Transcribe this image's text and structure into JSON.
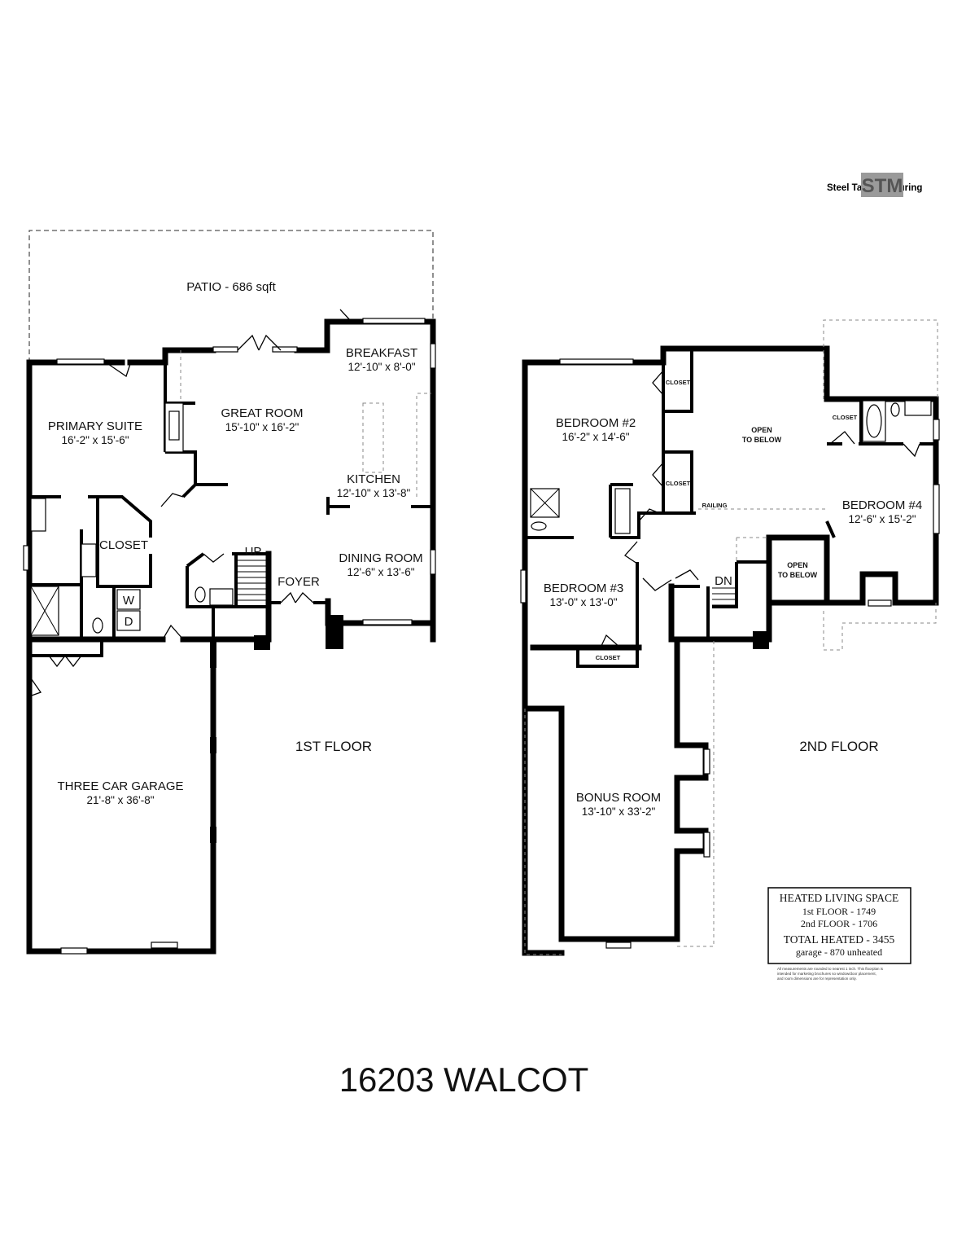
{
  "title": "16203 WALCOT",
  "logo": {
    "text": "Steel Tape Measuring",
    "mark": "STM"
  },
  "floors": {
    "first": {
      "label": "1ST FLOOR",
      "rooms": [
        {
          "key": "patio",
          "name": "PATIO - 686 sqft",
          "dims": ""
        },
        {
          "key": "breakfast",
          "name": "BREAKFAST",
          "dims": "12'-10\" x 8'-0\""
        },
        {
          "key": "great_room",
          "name": "GREAT ROOM",
          "dims": "15'-10\" x 16'-2\""
        },
        {
          "key": "primary_suite",
          "name": "PRIMARY SUITE",
          "dims": "16'-2\" x 15'-6\""
        },
        {
          "key": "kitchen",
          "name": "KITCHEN",
          "dims": "12'-10\" x 13'-8\""
        },
        {
          "key": "dining_room",
          "name": "DINING ROOM",
          "dims": "12'-6\" x 13'-6\""
        },
        {
          "key": "closet",
          "name": "CLOSET",
          "dims": ""
        },
        {
          "key": "foyer",
          "name": "FOYER",
          "dims": ""
        },
        {
          "key": "garage",
          "name": "THREE CAR GARAGE",
          "dims": "21'-8\" x 36'-8\""
        }
      ],
      "stair_label": "UP",
      "laundry": {
        "washer": "W",
        "dryer": "D"
      }
    },
    "second": {
      "label": "2ND FLOOR",
      "rooms": [
        {
          "key": "bedroom2",
          "name": "BEDROOM #2",
          "dims": "16'-2\" x 14'-6\""
        },
        {
          "key": "bedroom3",
          "name": "BEDROOM #3",
          "dims": "13'-0\" x 13'-0\""
        },
        {
          "key": "bedroom4",
          "name": "BEDROOM #4",
          "dims": "12'-6\" x 15'-2\""
        },
        {
          "key": "bonus",
          "name": "BONUS ROOM",
          "dims": "13'-10\" x 33'-2\""
        }
      ],
      "open_to_below_1": [
        "OPEN",
        "TO BELOW"
      ],
      "open_to_below_2": [
        "OPEN",
        "TO BELOW"
      ],
      "closet_label": "CLOSET",
      "railing_label": "RAILING",
      "stair_label": "DN"
    }
  },
  "legend": {
    "heading": "HEATED LIVING SPACE",
    "first": "1st FLOOR - 1749",
    "second": "2nd FLOOR - 1706",
    "total": "TOTAL HEATED - 3455",
    "garage": "garage - 870 unheated",
    "disclaimer": [
      "All measurements are rounded to nearest 1 inch. This floorplan is",
      "intended for marketing brochures so window/door placement,",
      "and room dimensions are for representation only."
    ]
  }
}
